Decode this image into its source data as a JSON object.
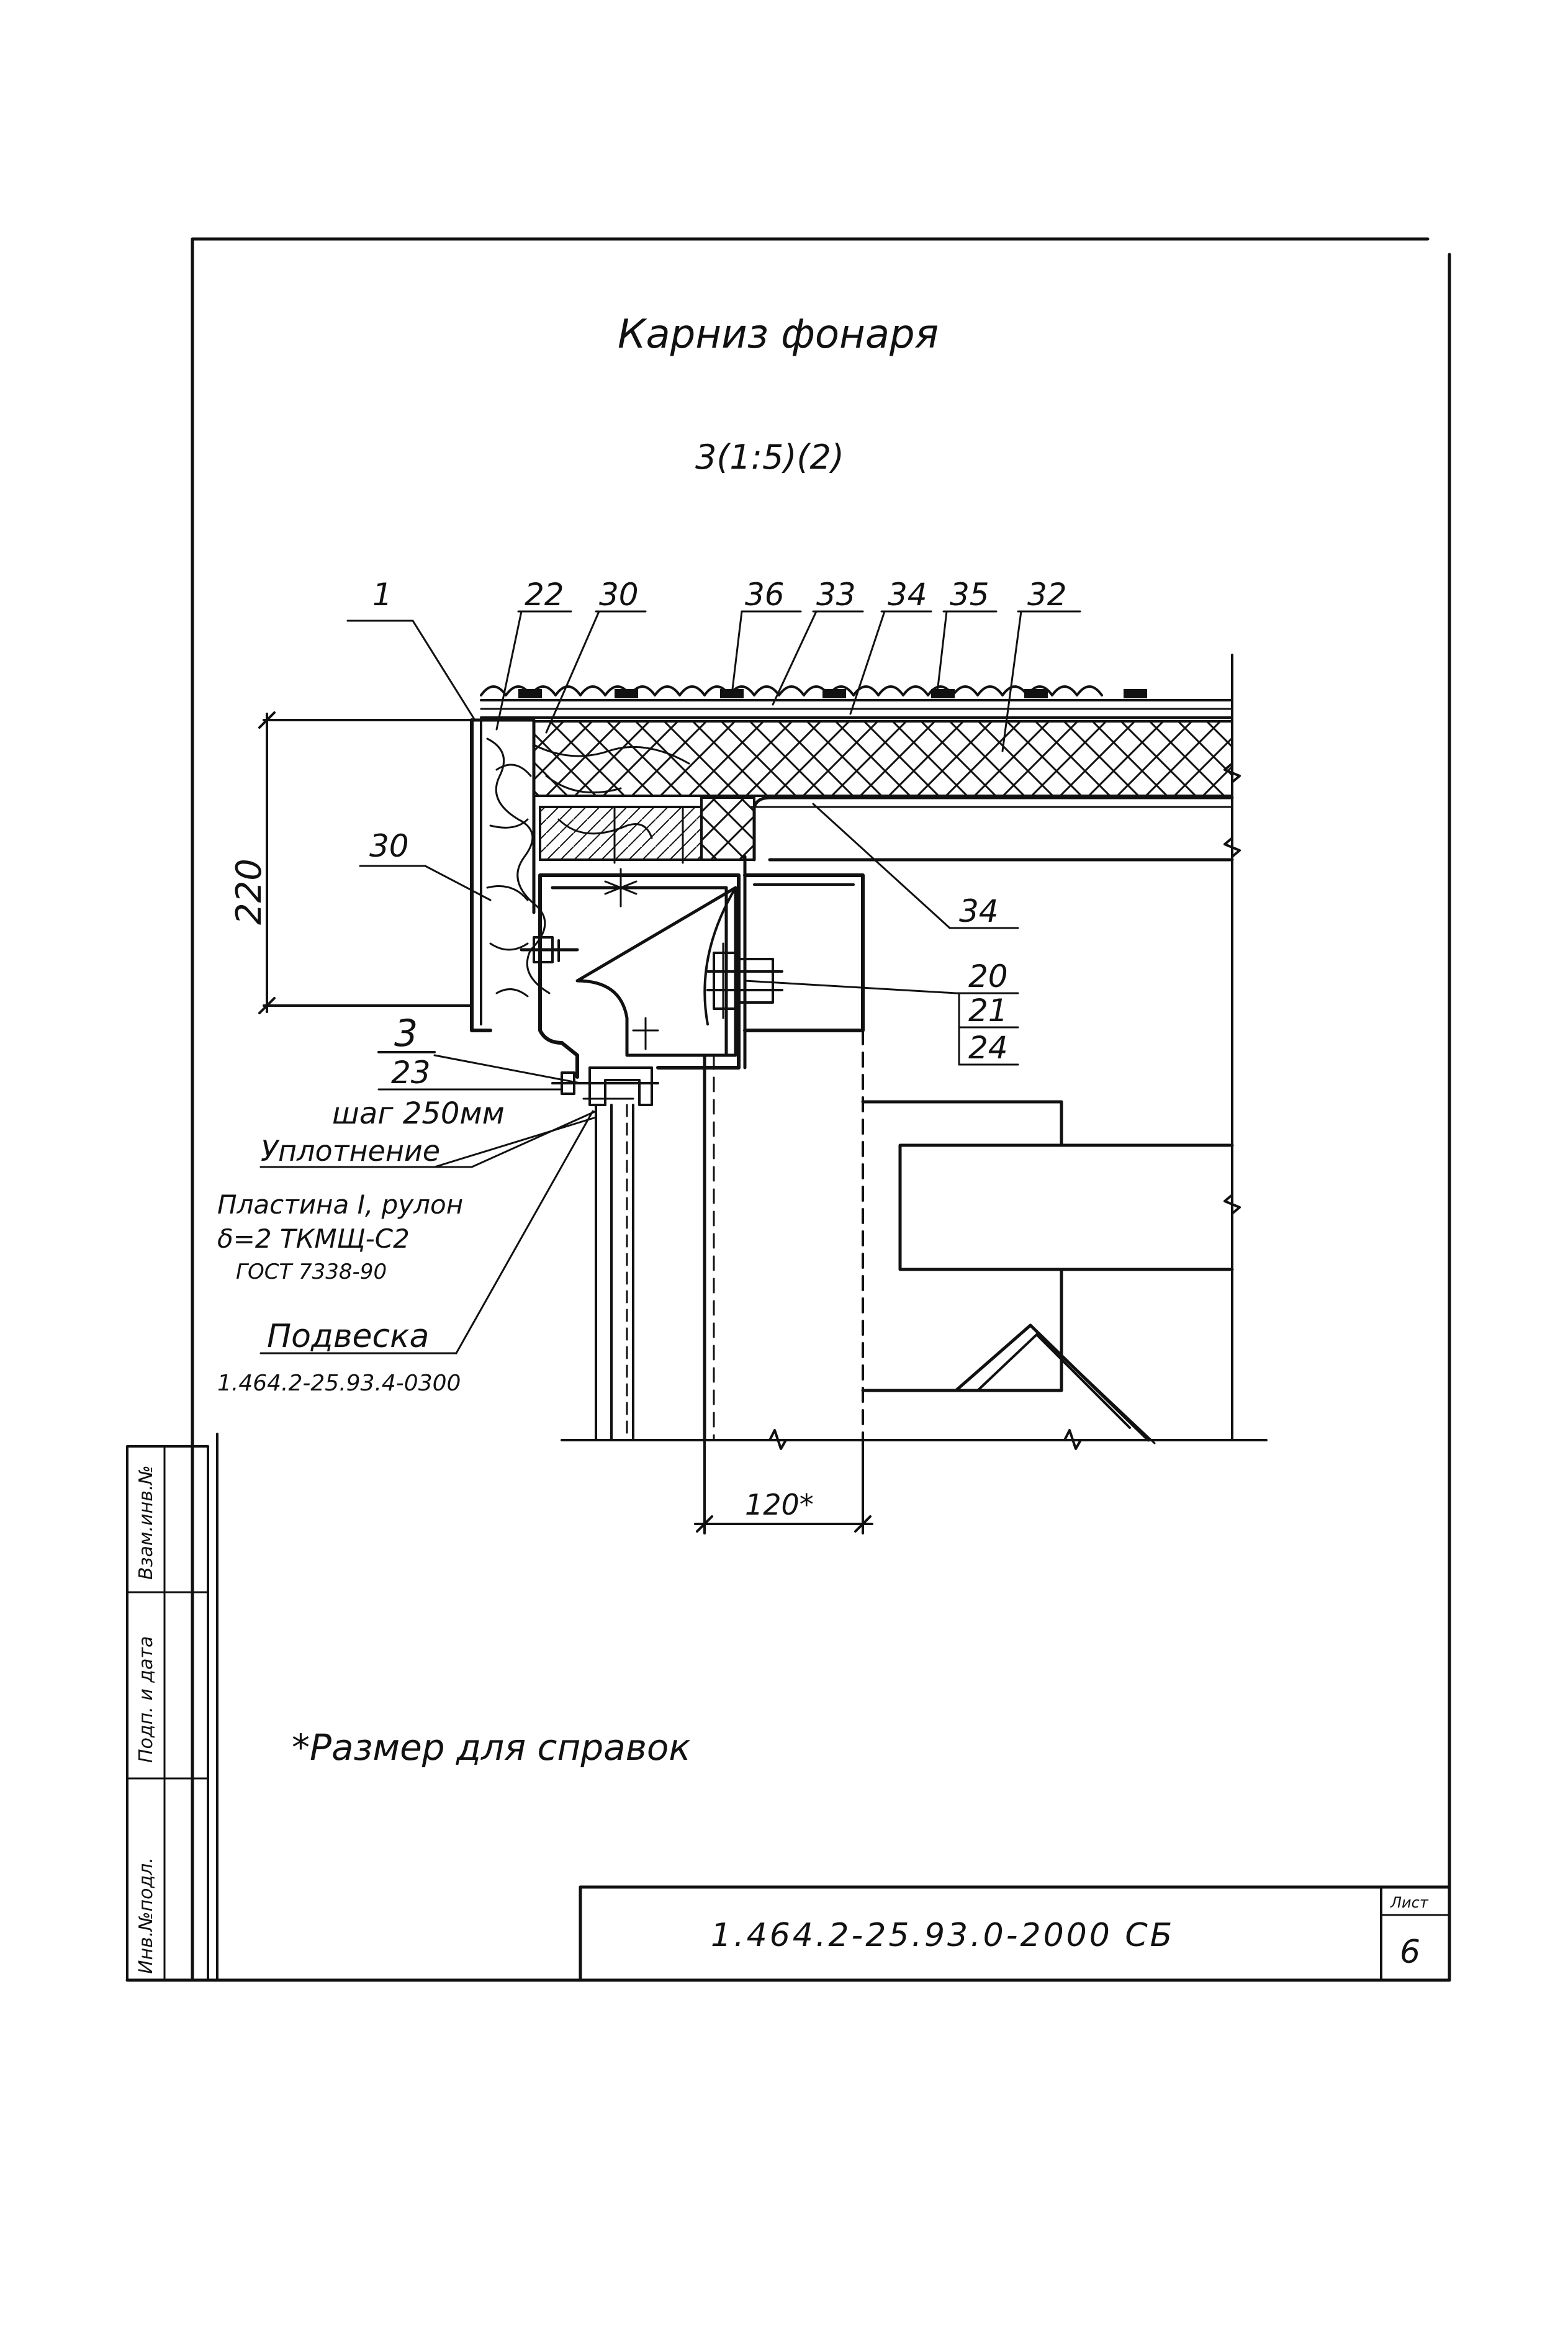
{
  "drawing": {
    "title": "Карниз фонаря",
    "view_label": "3(1:5)(2)",
    "callouts_top": [
      "1",
      "22",
      "30",
      "36",
      "33",
      "34",
      "35",
      "32"
    ],
    "callout_left_30": "30",
    "callout_right_34": "34",
    "callouts_bolt": [
      "20",
      "21",
      "24"
    ],
    "dim_height": "220",
    "dim_width": "120*",
    "left_labels": {
      "item_3": "3",
      "item_23": "23",
      "step": "шаг 250мм",
      "seal": "Уплотнение",
      "plate_line1": "Пластина I, рулон",
      "plate_line2": "δ=2 ТКМЩ-С2",
      "plate_line3": "ГОСТ 7338-90",
      "hanger": "Подвеска",
      "hanger_code": "1.464.2-25.93.4-0300"
    },
    "footnote": "*Размер для справок"
  },
  "stamp": {
    "side_fields": [
      "Взам.инв.№",
      "Подп. и дата",
      "Инв.№подл."
    ],
    "document_code": "1.464.2-25.93.0-2000 СБ",
    "sheet_label": "Лист",
    "sheet_number": "6"
  },
  "colors": {
    "ink": "#111111",
    "paper": "#ffffff"
  }
}
